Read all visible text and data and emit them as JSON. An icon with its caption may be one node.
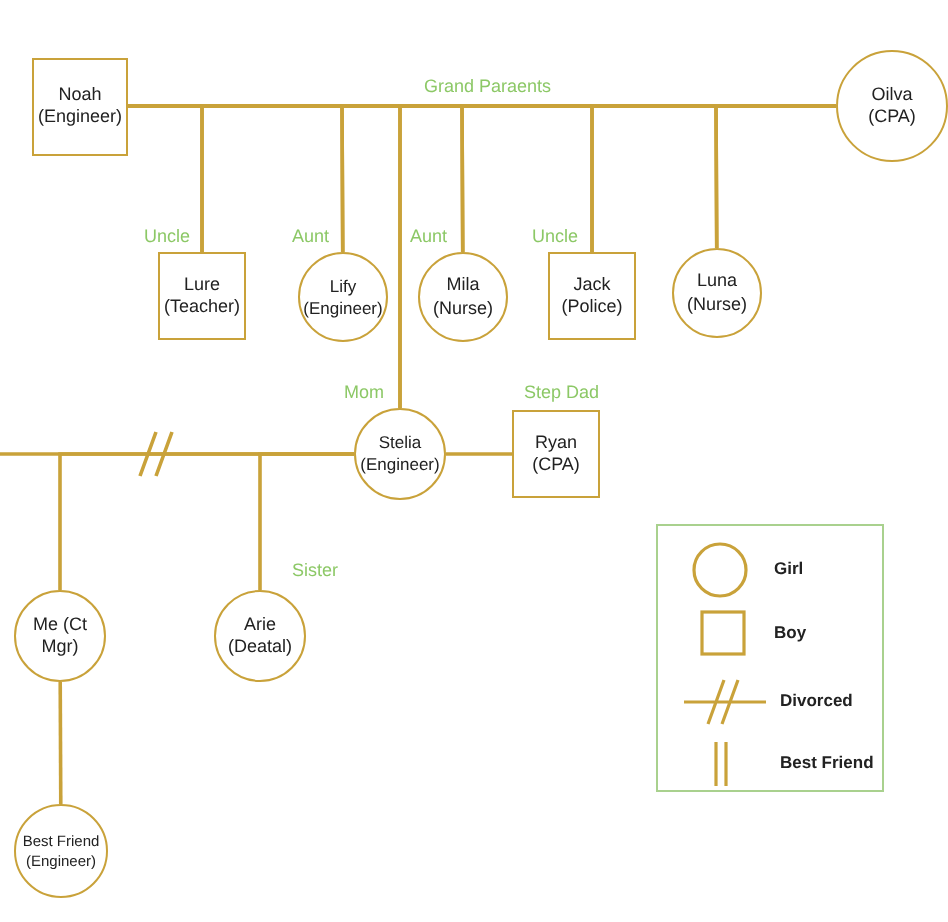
{
  "diagram": {
    "nodes": [
      {
        "text": [
          "Noah (Engineer)"
        ]
      },
      {
        "text": [
          "Oilva (CPA)"
        ]
      },
      {
        "text": [
          "Lure (Teacher)"
        ],
        "beside": [
          "Uncle"
        ]
      },
      {
        "text": [
          "Lify (Engineer)"
        ],
        "beside": [
          "Aunt"
        ]
      },
      {
        "text": [
          "Mila (Nurse)"
        ],
        "beside": [
          "Aunt"
        ]
      },
      {
        "text": [
          "Jack (Police)"
        ],
        "beside": [
          "Uncle"
        ]
      },
      {
        "text": [
          "Luna (Nurse)"
        ]
      },
      {
        "text": [
          "Stelia (Engineer)"
        ],
        "beside": [
          "Mom"
        ]
      },
      {
        "text": [
          "Ryan (CPA)"
        ],
        "beside": [
          "Step Dad"
        ]
      },
      {
        "text": [
          "Me (Ct Mgr)"
        ]
      },
      {
        "text": [
          "Arie (Deatal)"
        ],
        "beside": [
          "Sister"
        ]
      },
      {
        "text": [
          "Best Friend (Engineer)"
        ]
      }
    ],
    "edges": [
      {
        "from": 0,
        "to": 1,
        "arrow": "none",
        "label": "Grand Paraents"
      },
      {
        "from": 0,
        "to": 2,
        "arrow": "none"
      },
      {
        "from": 0,
        "to": 3,
        "arrow": "none"
      },
      {
        "from": 0,
        "to": 7,
        "arrow": "none"
      },
      {
        "from": 0,
        "to": 4,
        "arrow": "none"
      },
      {
        "from": 0,
        "to": 5,
        "arrow": "none"
      },
      {
        "from": 0,
        "to": 6,
        "arrow": "none"
      },
      {
        "from": 1,
        "to": 2,
        "arrow": "none"
      },
      {
        "from": 1,
        "to": 3,
        "arrow": "none"
      },
      {
        "from": 1,
        "to": 7,
        "arrow": "none"
      },
      {
        "from": 1,
        "to": 4,
        "arrow": "none"
      },
      {
        "from": 1,
        "to": 5,
        "arrow": "none"
      },
      {
        "from": 1,
        "to": 6,
        "arrow": "none"
      },
      {
        "from": 7,
        "to": 8,
        "arrow": "none"
      },
      {
        "from": null,
        "to": 7,
        "arrow": "none"
      },
      {
        "from": 7,
        "to": 9,
        "arrow": "none"
      },
      {
        "from": 7,
        "to": 10,
        "arrow": "none"
      },
      {
        "from": 9,
        "to": 11,
        "arrow": "none"
      }
    ],
    "legend": [
      {
        "text": "Girl"
      },
      {
        "text": "Boy"
      },
      {
        "text": "Divorced"
      },
      {
        "text": "Best Friend"
      }
    ]
  }
}
